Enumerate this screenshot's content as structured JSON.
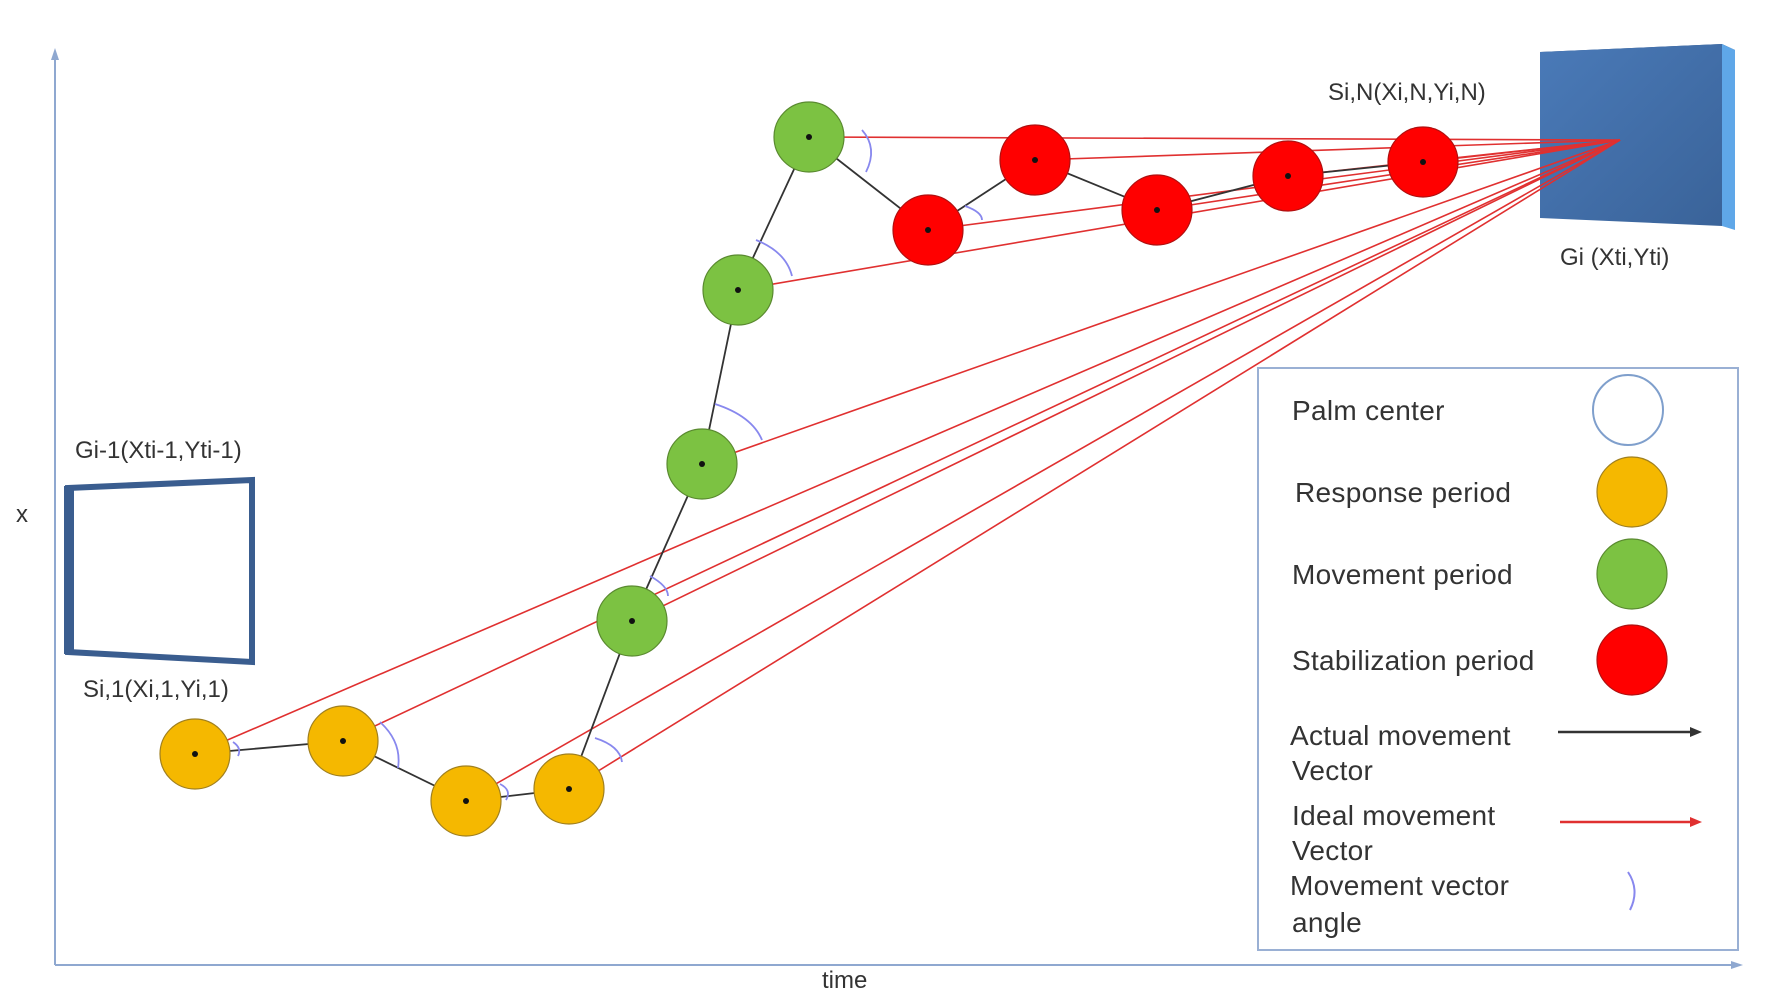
{
  "axes": {
    "y_label": "x",
    "x_label": "time"
  },
  "targets": {
    "previous_label": "Gi-1(Xti-1,Yti-1)",
    "current_label": "Gi  (Xti,Yti)"
  },
  "points": {
    "start_label": "Si,1(Xi,1,Yi,1)",
    "end_label": "Si,N(Xi,N,Yi,N)"
  },
  "legend": {
    "palm_center": "Palm center",
    "response_period": "Response period",
    "movement_period": "Movement period",
    "stabilization_period": "Stabilization  period",
    "actual_vector_line1": "Actual movement",
    "actual_vector_line2": "Vector",
    "ideal_vector_line1": "Ideal movement",
    "ideal_vector_line2": "Vector",
    "angle_line1": "Movement vector",
    "angle_line2": "angle"
  },
  "colors": {
    "palm_center": "#ffffff",
    "response_period": "#f5b800",
    "movement_period": "#7cc242",
    "stabilization_period": "#ff0000",
    "actual_vector": "#333333",
    "ideal_vector": "#e03030",
    "angle_arc": "#8888ee",
    "axis": "#8fa8d0",
    "target_fill": "#3f6ea8",
    "frame": "#3a5d8f"
  }
}
